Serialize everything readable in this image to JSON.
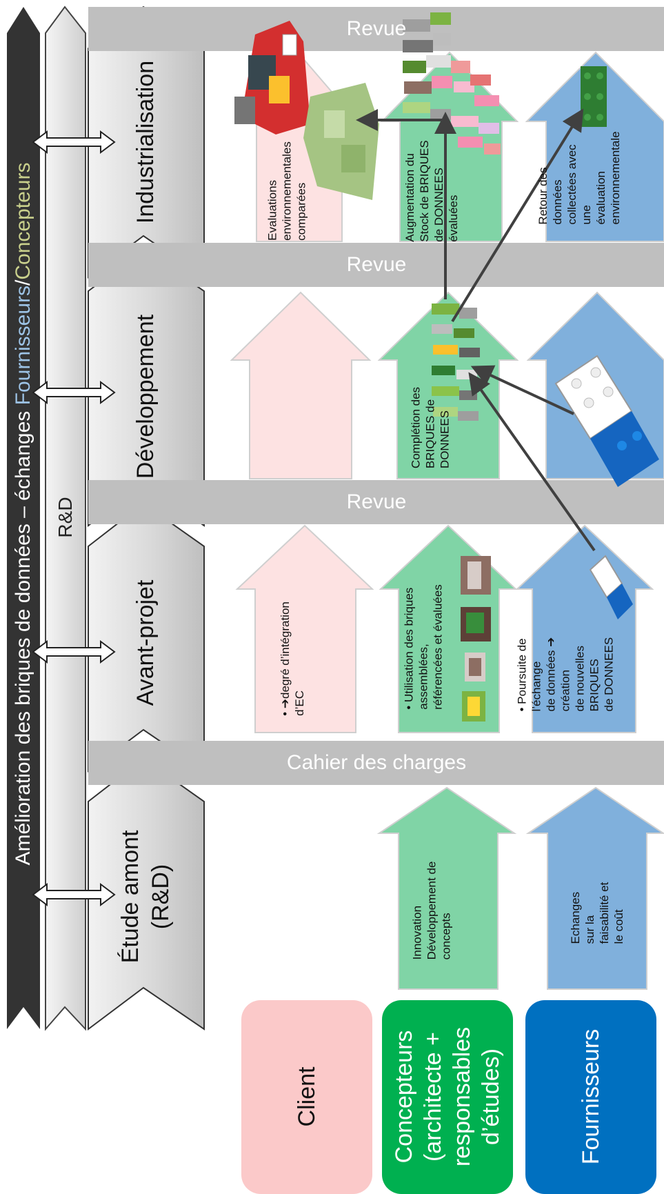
{
  "title": {
    "prefix": "Amélioration des briques  de données – échanges ",
    "fournisseurs": "Fournisseurs",
    "slash": "/",
    "concepteurs": "Concepteurs",
    "color_fournisseurs": "#9dc3e6",
    "color_concepteurs": "#c9d08c"
  },
  "rd_label": "R&D",
  "phases": {
    "etude": "Étude amont\n(R&D)",
    "avant": "Avant-projet",
    "dev": "Développement",
    "indus": "Industrialisation"
  },
  "bands": {
    "cahier": "Cahier des charges",
    "revue1": "Revue",
    "revue2": "Revue",
    "revue3": "Revue"
  },
  "actors": {
    "client": "Client",
    "concepteurs": "Concepteurs\n(architecte +\nresponsables\nd’études)",
    "fournisseurs": "Fournisseurs"
  },
  "arrow_texts": {
    "concepteurs_etude": "Innovation\nDéveloppement de\nconcepts",
    "fournisseurs_etude": "Echanges sur la\nfaisabilité et le coût",
    "client_avant": "• ➔degré d’intégration\nd’EC",
    "concepteurs_avant": "• Utilisation des briques\nassemblées,\nréférencées et évaluées",
    "fournisseurs_avant": "• Poursuite de l’échange\nde données ➔ création\nde nouvelles BRIQUES\nde DONNEES",
    "concepteurs_dev": "Complétion des\nBRIQUES de\nDONNEES",
    "client_indus": "Evaluations\nenvironnementales\ncomparées",
    "concepteurs_indus": "Augmentation du\nStock de BRIQUES\nde DONNEES\névaluées",
    "fournisseurs_indus": "Retour des données\ncollectées avec une\névaluation\nenvironnementale"
  },
  "colors": {
    "client": "#fbc9c9",
    "client_arrow": "#fde2e2",
    "concepteurs": "#00b050",
    "concepteurs_arrow": "#80d4a6",
    "fournisseurs": "#0070c0",
    "fournisseurs_arrow": "#80b0dc",
    "band": "#bfbfbf",
    "title_bar": "#333333"
  },
  "icons": [
    "lego-brick-icon",
    "lego-ship-icon",
    "lego-brick-stack-icon"
  ]
}
